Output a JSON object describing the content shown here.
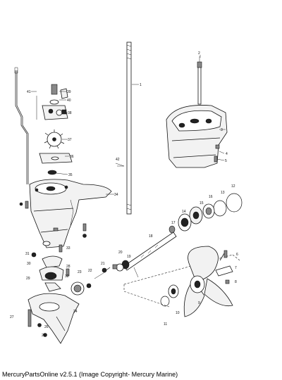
{
  "footer": "MercuryPartsOnline v2.5.1 (Image Copyright- Mercury Marine)",
  "callouts": [
    "1",
    "2",
    "3",
    "4",
    "5",
    "6",
    "7",
    "8",
    "9",
    "10",
    "11",
    "12",
    "13",
    "14",
    "15",
    "16",
    "17",
    "18",
    "19",
    "20",
    "21",
    "22",
    "23",
    "24",
    "25",
    "26",
    "27",
    "28",
    "29",
    "30",
    "31",
    "32",
    "33",
    "34",
    "35",
    "36",
    "37",
    "38",
    "39",
    "40",
    "41",
    "42"
  ]
}
